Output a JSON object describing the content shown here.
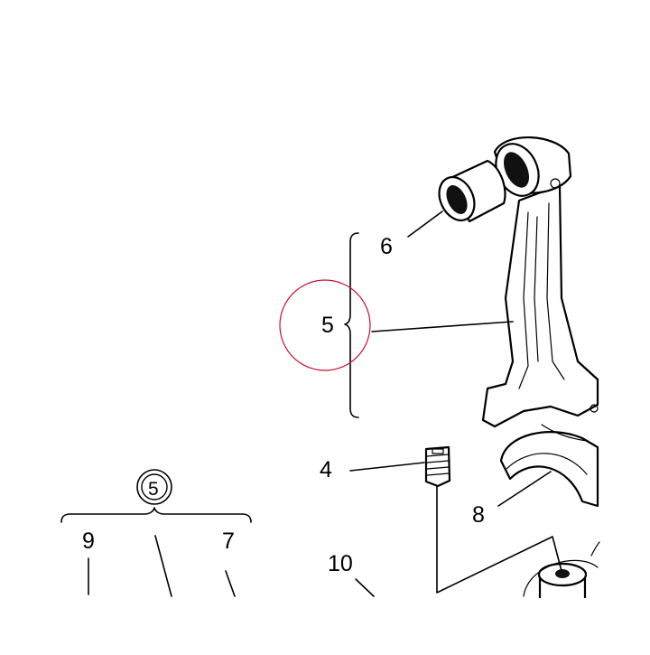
{
  "diagram": {
    "callouts": [
      {
        "id": "c6",
        "label": "6"
      },
      {
        "id": "c5",
        "label": "5"
      },
      {
        "id": "c4",
        "label": "4"
      },
      {
        "id": "c8",
        "label": "8"
      },
      {
        "id": "c10",
        "label": "10"
      },
      {
        "id": "c9",
        "label": "9"
      },
      {
        "id": "c7",
        "label": "7"
      },
      {
        "id": "c5b",
        "label": "5"
      }
    ],
    "highlight_color": "#c8102e",
    "line_color": "#000000"
  }
}
